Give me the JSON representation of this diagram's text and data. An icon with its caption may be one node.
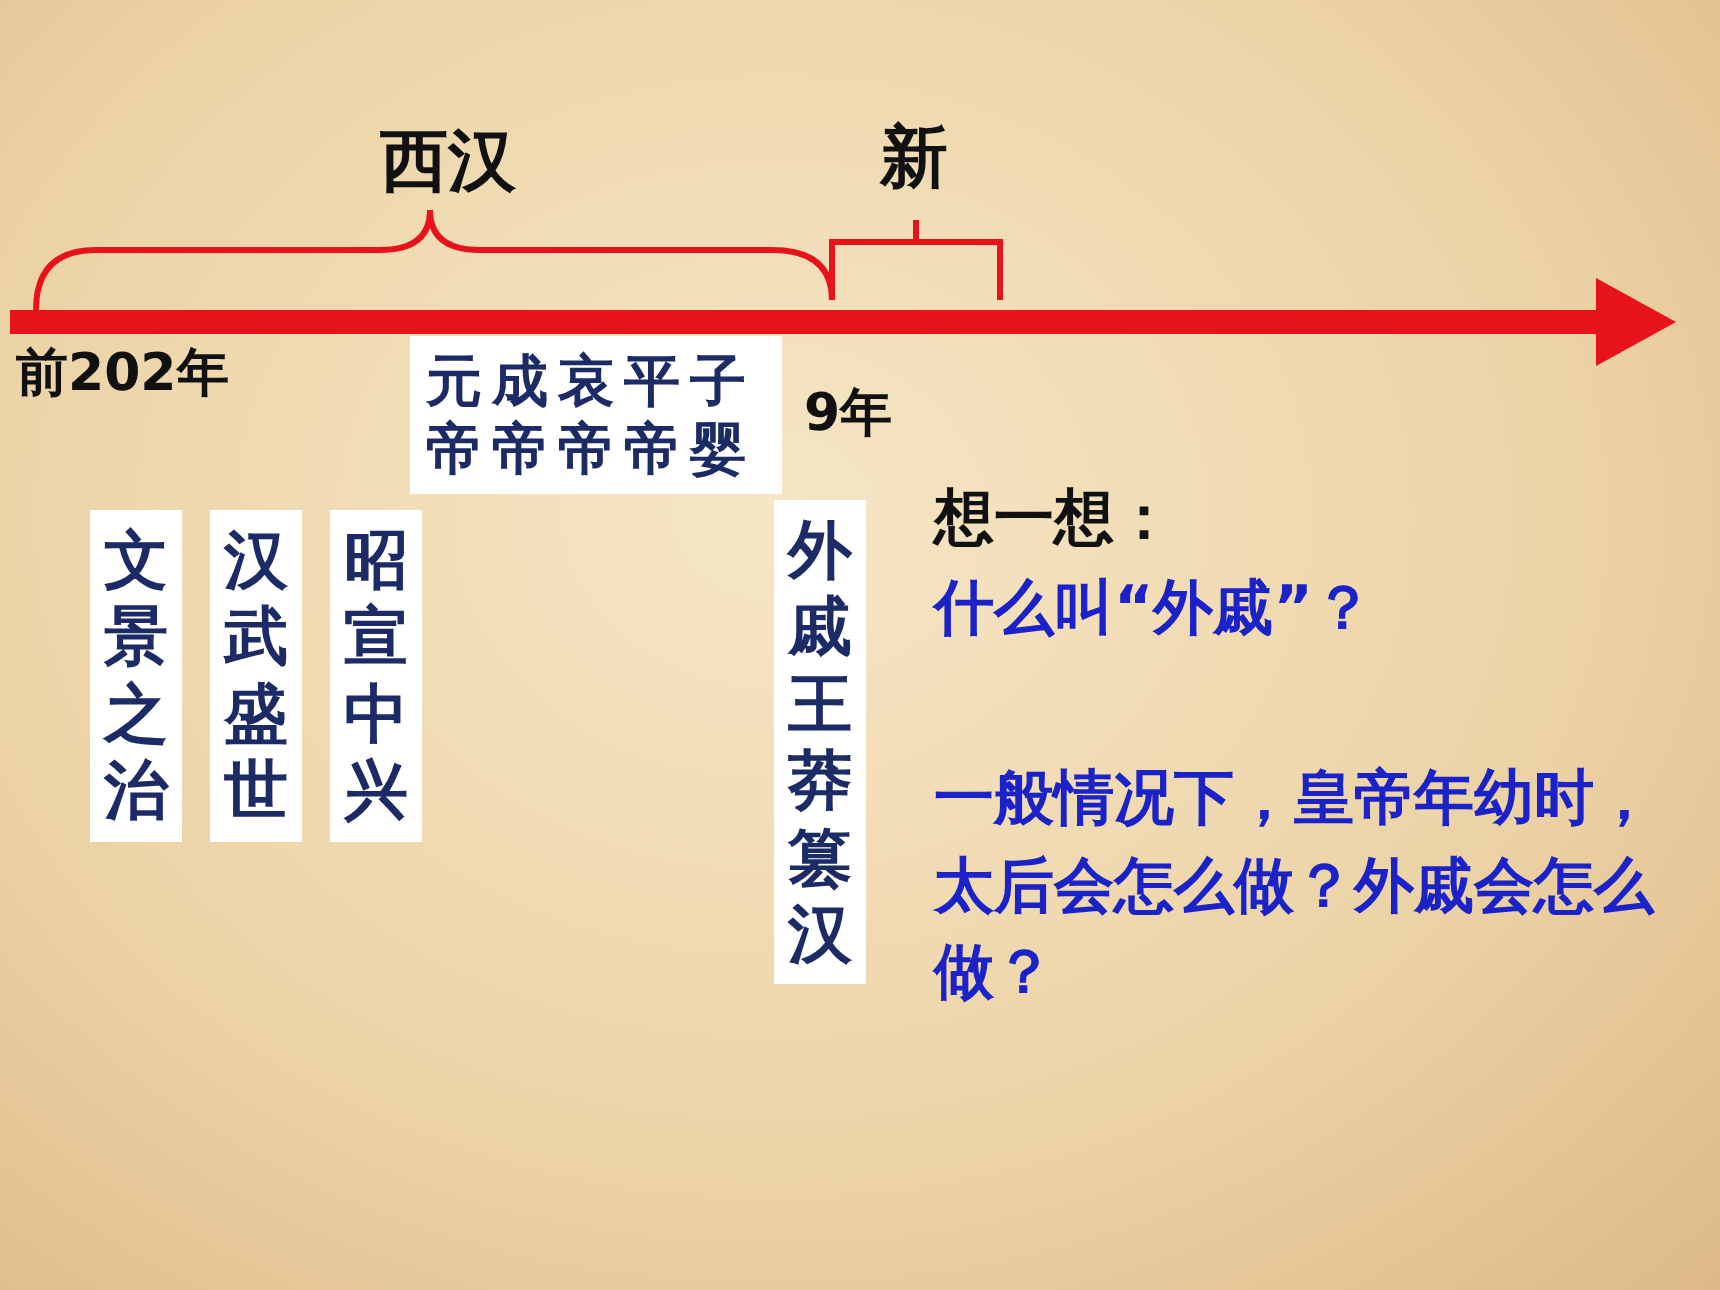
{
  "diagram": {
    "nodes": [
      {
        "text": [
          "文景之治"
        ]
      },
      {
        "text": [
          "汉武盛世"
        ]
      },
      {
        "text": [
          "昭宣中兴"
        ]
      },
      {
        "text": [
          "元成哀平子帝帝帝帝婴"
        ]
      },
      {
        "text": [
          "外戚王莽篡汉"
        ]
      }
    ],
    "labels": [
      "西汉",
      "新",
      "前202年",
      "9年",
      "想一想：",
      "什么叫“外戚”？",
      "一般情况下，皇帝年幼时，太后会怎么做？外戚会怎么做？"
    ]
  }
}
